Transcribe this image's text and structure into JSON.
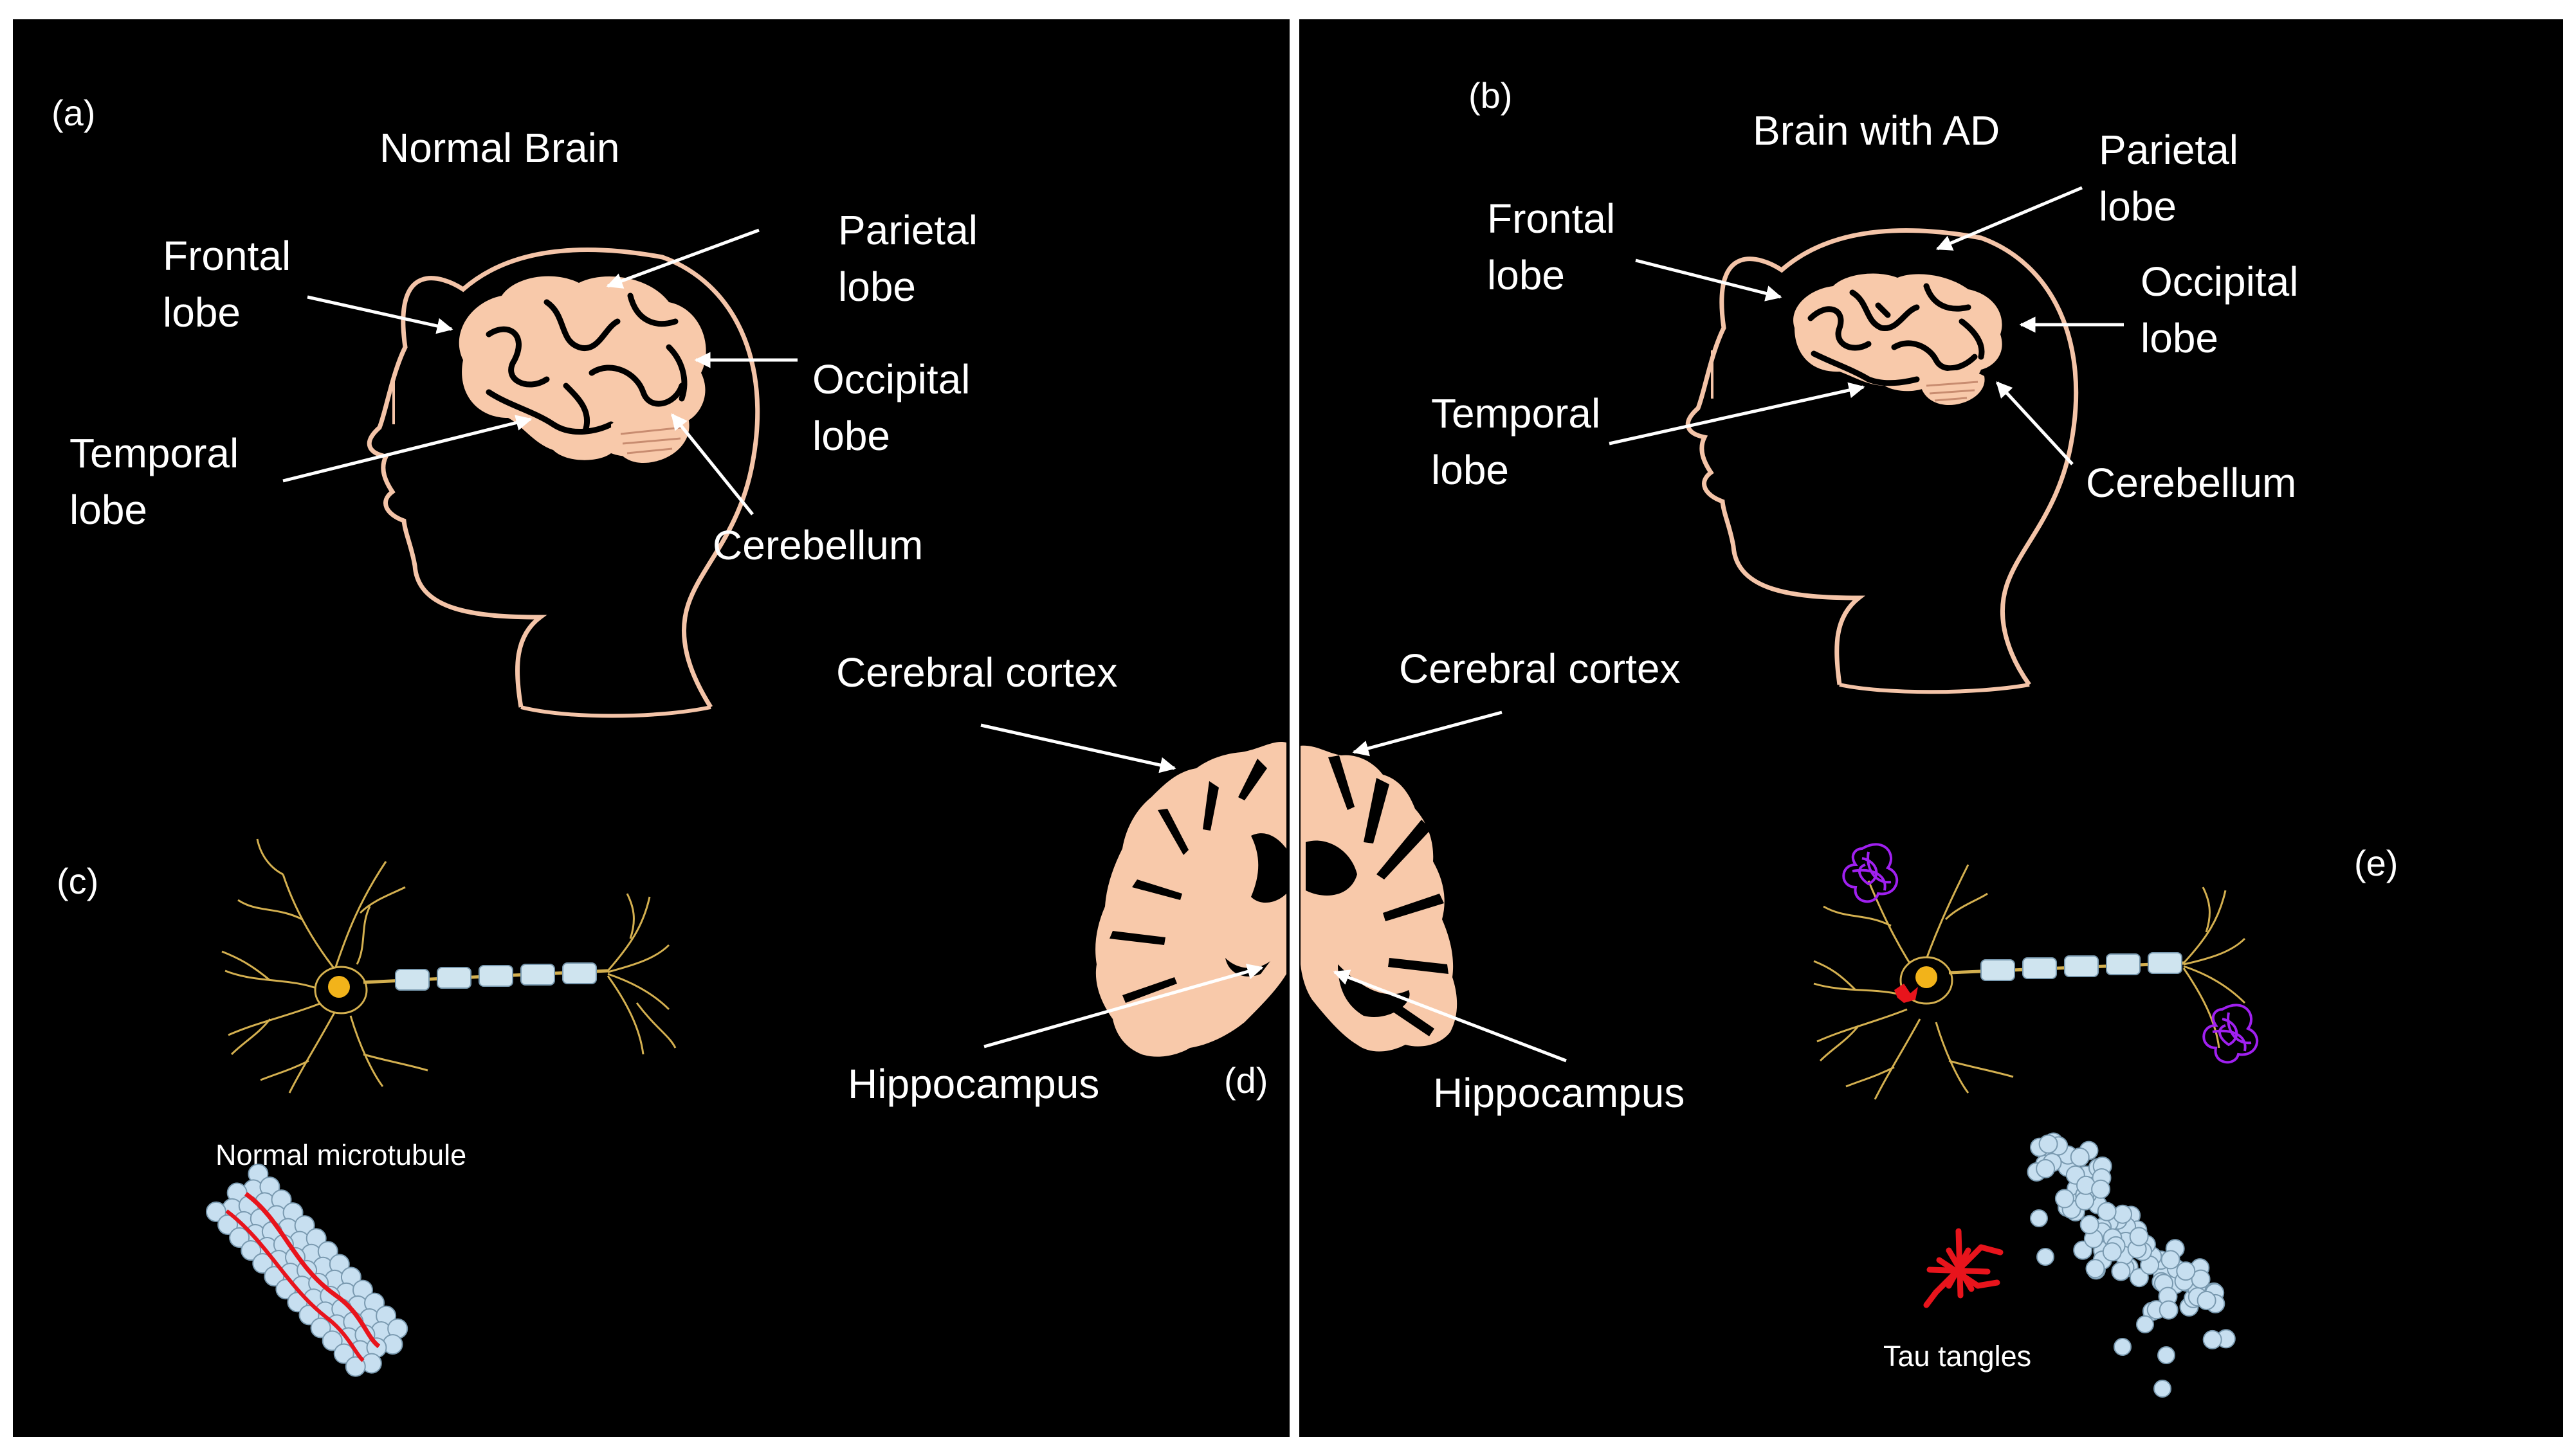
{
  "panels": {
    "a": "(a)",
    "b": "(b)",
    "c": "(c)",
    "d": "(d)",
    "e": "(e)"
  },
  "titles": {
    "normal": "Normal Brain",
    "ad": "Brain with AD"
  },
  "normal_labels": {
    "frontal": [
      "Frontal",
      "lobe"
    ],
    "parietal": [
      "Parietal",
      "lobe"
    ],
    "occipital": [
      "Occipital",
      "lobe"
    ],
    "temporal": [
      "Temporal",
      "lobe"
    ],
    "cerebellum": "Cerebellum"
  },
  "ad_labels": {
    "frontal": [
      "Frontal",
      "lobe"
    ],
    "parietal": [
      "Parietal",
      "lobe"
    ],
    "occipital": [
      "Occipital",
      "lobe"
    ],
    "temporal": [
      "Temporal",
      "lobe"
    ],
    "cerebellum": "Cerebellum"
  },
  "section_labels": {
    "cortex_left": "Cerebral cortex",
    "cortex_right": "Cerebral cortex",
    "hippo_left": "Hippocampus",
    "hippo_right": "Hippocampus"
  },
  "neuron_labels": {
    "microtubule": "Normal microtubule",
    "tau": "Tau  tangles"
  },
  "colors": {
    "background": "#000000",
    "divider": "#ffffff",
    "skin": "#f4c4a8",
    "brain": "#f8c9aa",
    "dendrite": "#d4b050",
    "nucleus": "#f2b31a",
    "myelin": "#cfe4ef",
    "tubulin": "#c7dff0",
    "tau": "#e8141c",
    "amyloid": "#a020f0"
  }
}
